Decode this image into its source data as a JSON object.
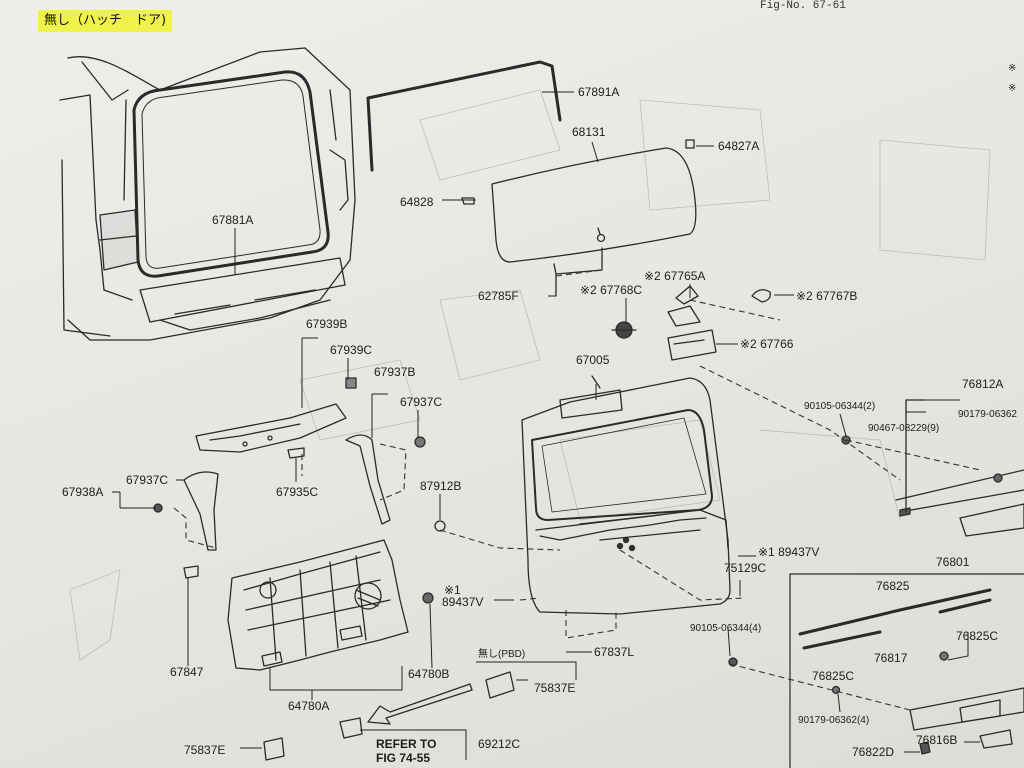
{
  "header": {
    "title": "無し（ハッチ　ドア)"
  },
  "fig_no": "Fig-No.  67-61",
  "marks": {
    "right_top": "※",
    "right_top2": "※"
  },
  "parts": {
    "p67881A": "67881A",
    "p67891A": "67891A",
    "p68131": "68131",
    "p64827A": "64827A",
    "p64828": "64828",
    "p62785F": "62785F",
    "p67768C": "※2 67768C",
    "p67765A": "※2 67765A",
    "p67767B": "※2 67767B",
    "p67766": "※2 67766",
    "p67939B": "67939B",
    "p67939C": "67939C",
    "p67937B": "67937B",
    "p67937C_r": "67937C",
    "p67937C_l": "67937C",
    "p67938A": "67938A",
    "p67935C": "67935C",
    "p67005": "67005",
    "p87912B": "87912B",
    "p76812A": "76812A",
    "p90105_2": "90105-06344(2)",
    "p90179_top": "90179-06362",
    "p90467": "90467-08229(9)",
    "p89437V_r": "※1 89437V",
    "p75129C": "75129C",
    "p76801": "76801",
    "p76825": "76825",
    "p76825C_r": "76825C",
    "p90105_4": "90105-06344(4)",
    "p76825C_l": "76825C",
    "p76817": "76817",
    "p90179_4": "90179-06362(4)",
    "p76816B": "76816B",
    "p76822D": "76822D",
    "p67847": "67847",
    "p89437V_l_mark": "※1",
    "p89437V_l": "89437V",
    "p64780B": "64780B",
    "p64780A": "64780A",
    "p67837L": "67837L",
    "pbd": "無し(PBD)",
    "p75837E_r": "75837E",
    "p75837E_l": "75837E",
    "refer1": "REFER TO",
    "refer2": "FIG 74-55",
    "p69212C": "69212C"
  }
}
